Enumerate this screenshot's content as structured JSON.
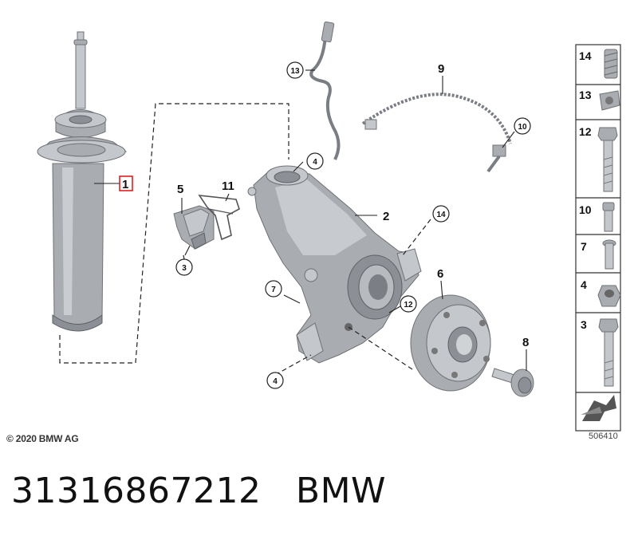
{
  "callouts": {
    "c1": "1",
    "c2": "2",
    "c3a": "3",
    "c4a": "4",
    "c4b": "4",
    "c5": "5",
    "c6": "6",
    "c7": "7",
    "c8": "8",
    "c9": "9",
    "c10": "10",
    "c11": "11",
    "c12": "12",
    "c13": "13",
    "c14": "14"
  },
  "legend": {
    "items": [
      "14",
      "13",
      "12",
      "10",
      "7",
      "4",
      "3"
    ]
  },
  "copyright": "© 2020 BMW AG",
  "diagram_id": "506410",
  "caption": {
    "part_number": "31316867212",
    "brand": "BMW"
  }
}
